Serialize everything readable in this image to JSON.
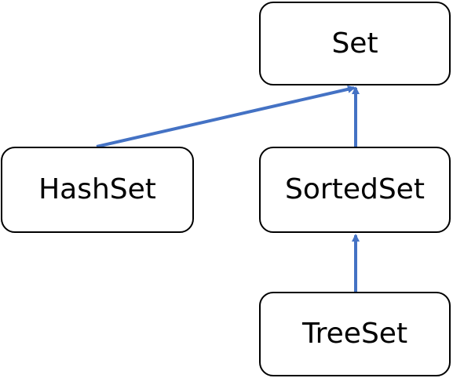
{
  "diagram": {
    "nodes": [
      {
        "id": "set",
        "label": "Set"
      },
      {
        "id": "hashset",
        "label": "HashSet"
      },
      {
        "id": "sortedset",
        "label": "SortedSet"
      },
      {
        "id": "treeset",
        "label": "TreeSet"
      }
    ],
    "edges": [
      {
        "from": "hashset",
        "to": "set"
      },
      {
        "from": "sortedset",
        "to": "set"
      },
      {
        "from": "treeset",
        "to": "sortedset"
      }
    ],
    "edge_color": "#4472C4",
    "node_border_color": "#000000"
  }
}
